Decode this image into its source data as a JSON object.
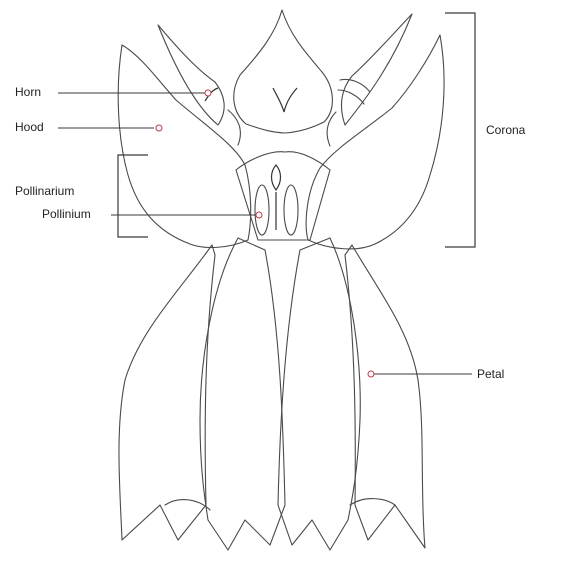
{
  "labels": {
    "horn": "Horn",
    "hood": "Hood",
    "pollinarium": "Pollinarium",
    "pollinium": "Pollinium",
    "corona": "Corona",
    "petal": "Petal"
  },
  "colors": {
    "outline": "#4a4a4a",
    "leader": "#3a3a3a",
    "marker": "#c0394b"
  }
}
